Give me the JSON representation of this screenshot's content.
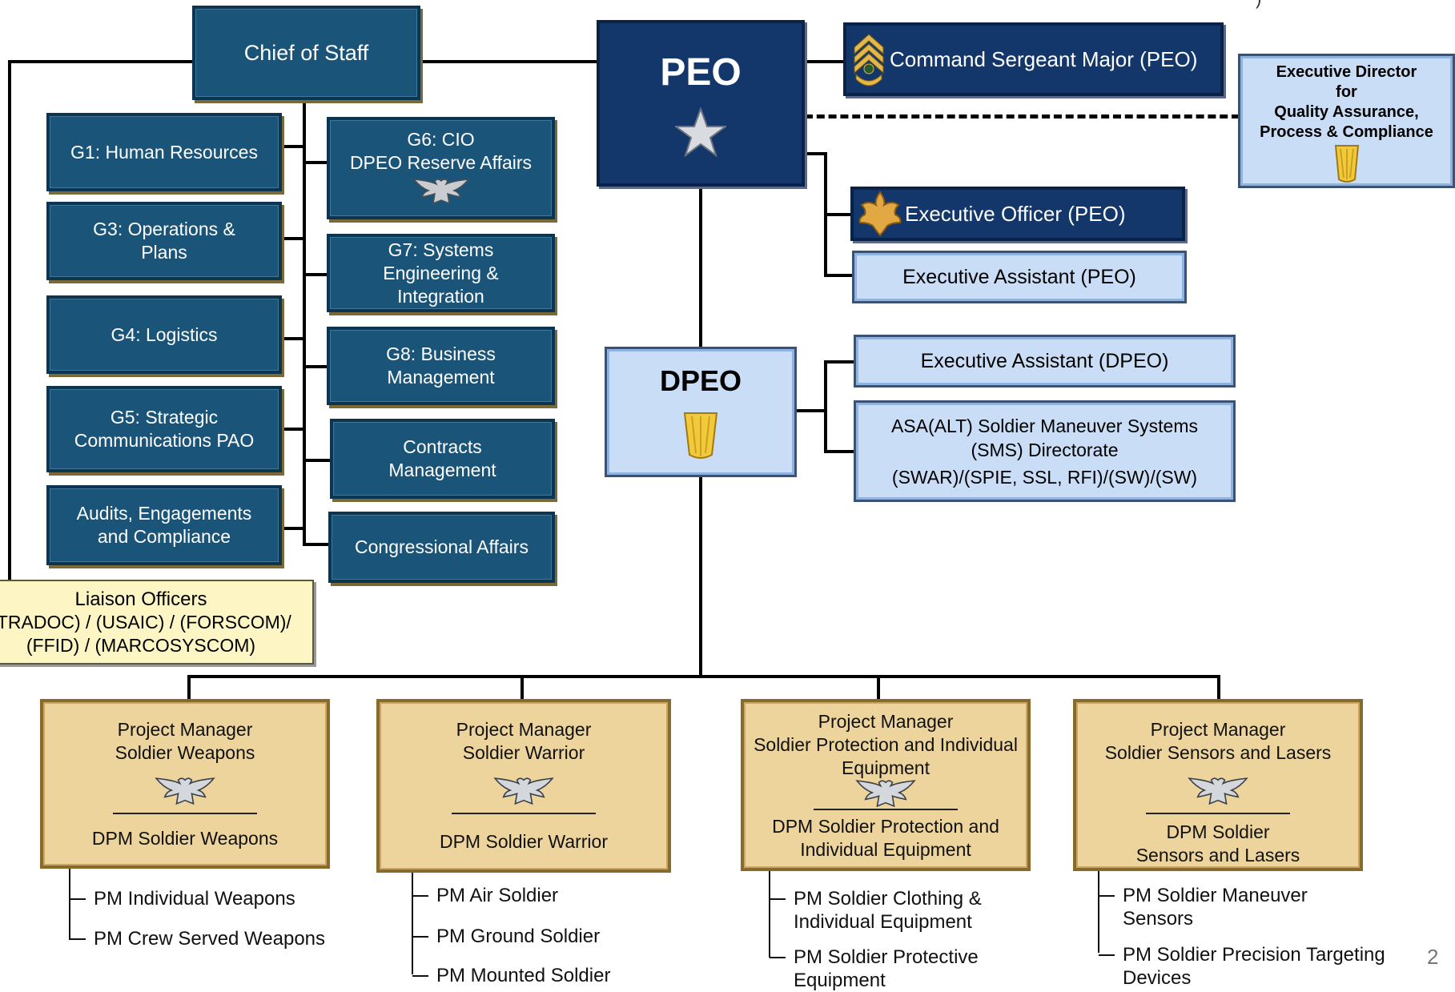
{
  "top": {
    "chief_of_staff": "Chief of Staff",
    "peo": "PEO",
    "csm": "Command Sergeant Major (PEO)",
    "exec_director": [
      "Executive Director",
      "for",
      "Quality Assurance,",
      "Process  & Compliance"
    ],
    "xo": "Executive Officer (PEO)",
    "ea_peo": "Executive Assistant (PEO)",
    "dpeo": "DPEO",
    "ea_dpeo": "Executive Assistant (DPEO)",
    "sms": [
      "ASA(ALT) Soldier Maneuver Systems",
      "(SMS) Directorate",
      "(SWAR)/(SPIE, SSL, RFI)/(SW)/(SW)"
    ]
  },
  "staff_left": [
    [
      "G1: Human Resources"
    ],
    [
      "G3: Operations &",
      "Plans"
    ],
    [
      "G4: Logistics"
    ],
    [
      "G5: Strategic",
      "Communications PAO"
    ],
    [
      "Audits, Engagements",
      "and Compliance"
    ]
  ],
  "staff_right": [
    [
      "G6: CIO",
      "DPEO Reserve Affairs"
    ],
    [
      "G7: Systems",
      "Engineering &",
      "Integration"
    ],
    [
      "G8: Business",
      "Management"
    ],
    [
      "Contracts",
      "Management"
    ],
    [
      "Congressional Affairs"
    ]
  ],
  "liaison": [
    "Liaison Officers",
    "(TRADOC) / (USAIC) / (FORSCOM)/",
    "(FFID) / (MARCOSYSCOM)"
  ],
  "pms": [
    {
      "title": [
        "Project Manager",
        "Soldier Weapons"
      ],
      "dpm": [
        "DPM Soldier Weapons"
      ],
      "subs": [
        "PM Individual Weapons",
        "PM Crew Served Weapons"
      ]
    },
    {
      "title": [
        "Project Manager",
        "Soldier Warrior"
      ],
      "dpm": [
        "DPM Soldier Warrior"
      ],
      "subs": [
        "PM Air Soldier",
        "PM Ground Soldier",
        "PM Mounted Soldier"
      ]
    },
    {
      "title": [
        "Project Manager",
        "Soldier Protection and Individual",
        "Equipment"
      ],
      "dpm": [
        "DPM Soldier Protection and",
        "Individual Equipment"
      ],
      "subs": [
        "PM Soldier Clothing &\nIndividual Equipment",
        "PM Soldier Protective\nEquipment"
      ]
    },
    {
      "title": [
        "Project Manager",
        "Soldier Sensors and Lasers"
      ],
      "dpm": [
        "DPM Soldier",
        "Sensors and Lasers"
      ],
      "subs": [
        "PM Soldier Maneuver\nSensors",
        "PM Soldier Precision Targeting\nDevices"
      ]
    }
  ],
  "page_number": "2",
  "corner_mark": ")",
  "icons": {
    "peo": "star-icon",
    "csm": "csm-rank-icon",
    "xo": "oak-leaf-icon",
    "dpeo": "ses-insignia-icon",
    "colonel": "eagle-icon"
  },
  "colors": {
    "staff": "#1b5479",
    "command": "#13376a",
    "assistant": "#c9ddf6",
    "pm": "#ecd49c",
    "liaison": "#fdf6c4"
  }
}
